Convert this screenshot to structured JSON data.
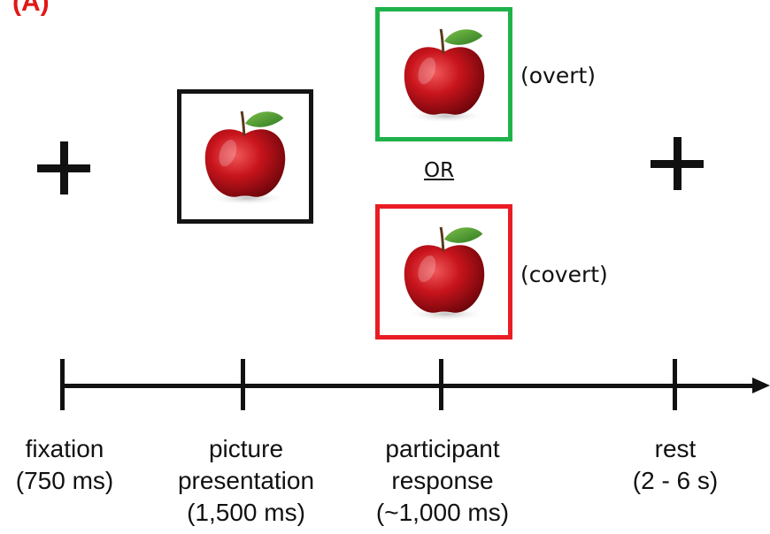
{
  "heading": {
    "text": "(A)"
  },
  "stimuli": {
    "or_label": "OR",
    "overt_label": "(overt)",
    "covert_label": "(covert)"
  },
  "events": [
    {
      "name": "fixation",
      "duration": "(750 ms)"
    },
    {
      "name1": "picture",
      "name2": "presentation",
      "duration": "(1,500 ms)"
    },
    {
      "name1": "participant",
      "name2": "response",
      "duration": "(~1,000 ms)"
    },
    {
      "name": "rest",
      "duration": "(2 - 6 s)"
    }
  ],
  "colors": {
    "overt_frame": "#1fb24a",
    "covert_frame": "#ea1c24",
    "picture_frame": "#141414"
  }
}
